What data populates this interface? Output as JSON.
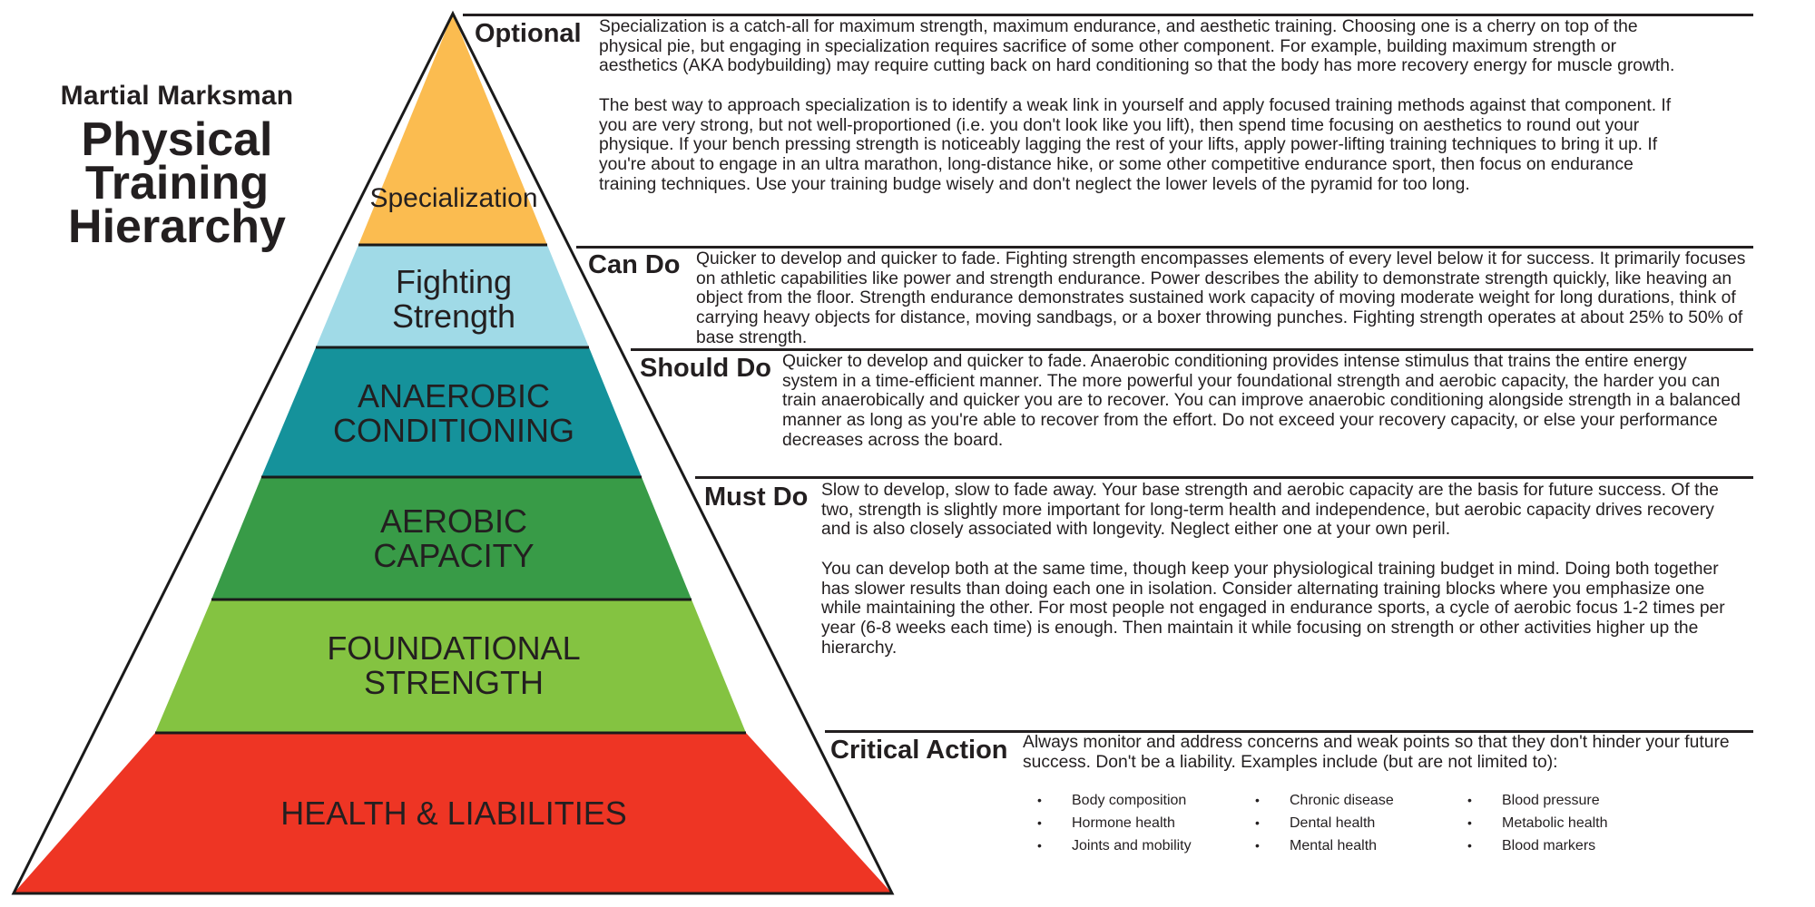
{
  "header": {
    "subtitle": "Martial Marksman",
    "title_lines": [
      "Physical",
      "Training",
      "Hierarchy"
    ]
  },
  "colors": {
    "specialization": "#FBBC50",
    "fighting_strength": "#A0DAE7",
    "anaerobic": "#15929B",
    "aerobic": "#389B47",
    "foundational": "#84C341",
    "health": "#EE3524",
    "outline": "#1a1a1a",
    "text": "#231f20"
  },
  "pyramid": {
    "layers": [
      {
        "id": "specialization",
        "lines": [
          "Specialization"
        ]
      },
      {
        "id": "fighting-strength",
        "lines": [
          "Fighting",
          "Strength"
        ]
      },
      {
        "id": "anaerobic-conditioning",
        "lines": [
          "ANAEROBIC",
          "CONDITIONING"
        ]
      },
      {
        "id": "aerobic-capacity",
        "lines": [
          "AEROBIC",
          "CAPACITY"
        ]
      },
      {
        "id": "foundational-strength",
        "lines": [
          "FOUNDATIONAL",
          "STRENGTH"
        ]
      },
      {
        "id": "health-liabilities",
        "lines": [
          "HEALTH & LIABILITIES"
        ]
      }
    ]
  },
  "sections": {
    "optional": {
      "label": "Optional",
      "paragraphs": [
        "Specialization is a catch-all for maximum strength, maximum endurance, and aesthetic training. Choosing one is a cherry on top of the physical pie, but engaging in specialization requires sacrifice of some other component. For example, building maximum strength or aesthetics (AKA bodybuilding) may require cutting back on hard conditioning so that the body has more recovery energy for muscle growth.",
        "The best way to approach specialization is to identify a weak link in yourself and apply focused training methods against that component. If you are very strong, but not well-proportioned (i.e. you don't look like you lift), then spend time focusing on aesthetics to round out your physique. If your bench pressing strength is noticeably lagging the rest of your lifts, apply power-lifting training techniques to bring it up. If you're about to engage in an ultra marathon, long-distance hike, or some other competitive endurance sport, then focus on endurance training techniques. Use your training budge wisely and don't neglect the lower levels of the pyramid for too long."
      ]
    },
    "can_do": {
      "label": "Can Do",
      "paragraphs": [
        "Quicker to develop and quicker to fade. Fighting strength encompasses elements of every level below it for success. It primarily focuses on athletic capabilities like power and strength endurance. Power describes the ability to demonstrate strength quickly, like heaving an object from the floor. Strength endurance demonstrates sustained work capacity of moving moderate weight for long durations, think of carrying heavy objects for distance, moving sandbags, or a boxer throwing punches. Fighting strength operates at about 25% to 50% of base strength."
      ]
    },
    "should_do": {
      "label": "Should Do",
      "paragraphs": [
        "Quicker to develop and quicker to fade. Anaerobic conditioning provides intense stimulus that trains the entire energy system in a time-efficient manner. The more powerful your foundational strength and aerobic capacity, the harder you can train anaerobically and quicker you are to recover. You can improve anaerobic conditioning alongside strength in a balanced manner as long as you're able to recover from the effort. Do not exceed your recovery capacity, or else your performance decreases across the board."
      ]
    },
    "must_do": {
      "label": "Must Do",
      "paragraphs": [
        "Slow to develop, slow to fade away. Your base strength and aerobic capacity are the basis for future success. Of the two, strength is slightly more important for long-term health and independence, but aerobic capacity drives recovery and is also closely associated with longevity. Neglect either one at your own peril.",
        "You can develop both at the same time, though keep your physiological training budget in mind. Doing both together has slower results than doing each one in isolation. Consider alternating training blocks where you emphasize one while maintaining the other. For most people not engaged in endurance sports, a cycle of aerobic focus 1-2 times per year (6-8 weeks each time) is enough. Then maintain it while focusing on strength or other activities higher up the hierarchy."
      ]
    },
    "critical_action": {
      "label": "Critical Action",
      "paragraphs": [
        "Always monitor and address concerns and weak points so that they don't hinder your future success. Don't be a liability. Examples include (but are not limited to):"
      ],
      "bullet_symbol": "•",
      "bullet_columns": [
        [
          "Body composition",
          "Hormone health",
          "Joints and mobility"
        ],
        [
          "Chronic disease",
          "Dental health",
          "Mental health"
        ],
        [
          "Blood pressure",
          "Metabolic health",
          "Blood markers"
        ]
      ]
    }
  }
}
